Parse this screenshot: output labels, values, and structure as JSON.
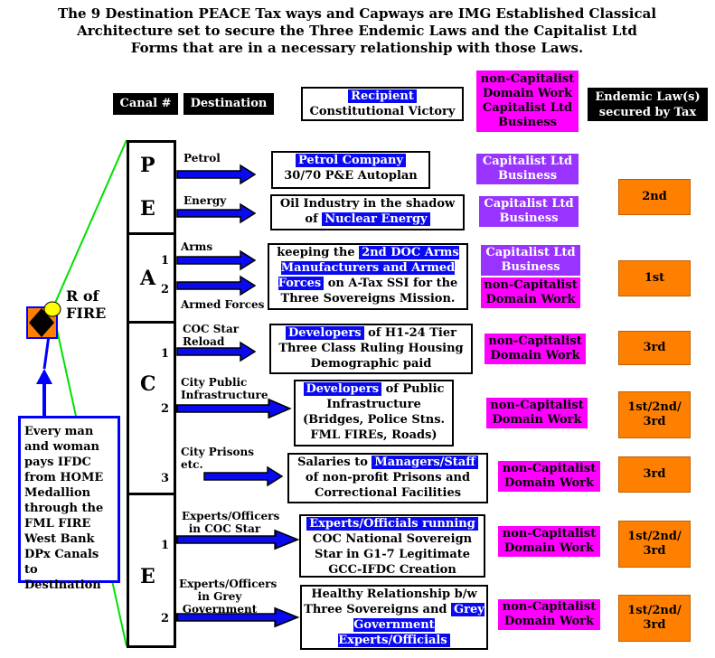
{
  "title": "The 9 Destination PEACE Tax ways and Capways are IMG Established Classical Architecture set to secure the Three Endemic Laws and the Capitalist Ltd Forms that are in a necessary relationship with those Laws.",
  "headers": {
    "canal": "Canal #",
    "destination": "Destination",
    "recipient_hl": "Recipient",
    "recipient_text": "Constitutional Victory",
    "domain": "non-Capitalist Domain Work Capitalist Ltd Business",
    "endemic": "Endemic Law(s) secured by Tax"
  },
  "r_of_fire": "R of FIRE",
  "left_note": "Every man and woman pays IFDC from HOME Medallion through the FML FIRE West Bank DPx Canals to Destination",
  "letters": [
    "P",
    "E",
    "A",
    "C",
    "E"
  ],
  "rows": [
    {
      "num": "",
      "dest": "Petrol",
      "recip_pre": "",
      "recip_hl": "Petrol Company",
      "recip_post": "30/70 P&E Autoplan",
      "domain": "Capitalist Ltd Business",
      "domain_type": "pur",
      "law": ""
    },
    {
      "num": "",
      "dest": "Energy",
      "recip_pre": "Oil Industry in the shadow of",
      "recip_hl": "Nuclear Energy",
      "recip_post": "",
      "domain": "Capitalist Ltd Business",
      "domain_type": "pur",
      "law": "2nd"
    },
    {
      "num": "1",
      "dest": "Arms",
      "recip_pre": "keeping the",
      "recip_hl": "2nd DOC Arms Manufacturers and Armed Forces",
      "recip_post": "on A-Tax SSI for the Three Sovereigns Mission.",
      "domain": "Capitalist Ltd Business",
      "domain_type": "pur",
      "law": "1st"
    },
    {
      "num": "2",
      "dest": "Armed Forces",
      "recip_pre": "",
      "recip_hl": "",
      "recip_post": "",
      "domain": "non-Capitalist Domain Work",
      "domain_type": "mag",
      "law": ""
    },
    {
      "num": "1",
      "dest": "COC Star Reload",
      "recip_pre": "",
      "recip_hl": "Developers",
      "recip_post": "of H1-24 Tier Three Class Ruling Housing Demographic paid",
      "domain": "non-Capitalist Domain Work",
      "domain_type": "mag",
      "law": "3rd"
    },
    {
      "num": "2",
      "dest": "City Public Infrastructure",
      "recip_pre": "",
      "recip_hl": "Developers",
      "recip_post": "of Public Infrastructure (Bridges, Police Stns. FML FIREs, Roads)",
      "domain": "non-Capitalist Domain Work",
      "domain_type": "mag",
      "law": "1st/2nd/ 3rd"
    },
    {
      "num": "3",
      "dest": "City Prisons etc.",
      "recip_pre": "Salaries to",
      "recip_hl": "Managers/Staff",
      "recip_post": "of non-profit Prisons and Correctional Facilities",
      "domain": "non-Capitalist Domain Work",
      "domain_type": "mag",
      "law": "3rd"
    },
    {
      "num": "1",
      "dest": "Experts/Officers in COC Star",
      "recip_pre": "",
      "recip_hl": "Experts/Officials running",
      "recip_post": "COC National Sovereign Star in G1-7 Legitimate GCC-IFDC Creation",
      "domain": "non-Capitalist Domain Work",
      "domain_type": "mag",
      "law": "1st/2nd/ 3rd"
    },
    {
      "num": "2",
      "dest": "Experts/Officers in Grey Government",
      "recip_pre": "Healthy Relationship b/w Three Sovereigns and",
      "recip_hl": "Grey Government Experts/Officials",
      "recip_post": "",
      "domain": "non-Capitalist Domain Work",
      "domain_type": "mag",
      "law": "1st/2nd/ 3rd"
    }
  ]
}
